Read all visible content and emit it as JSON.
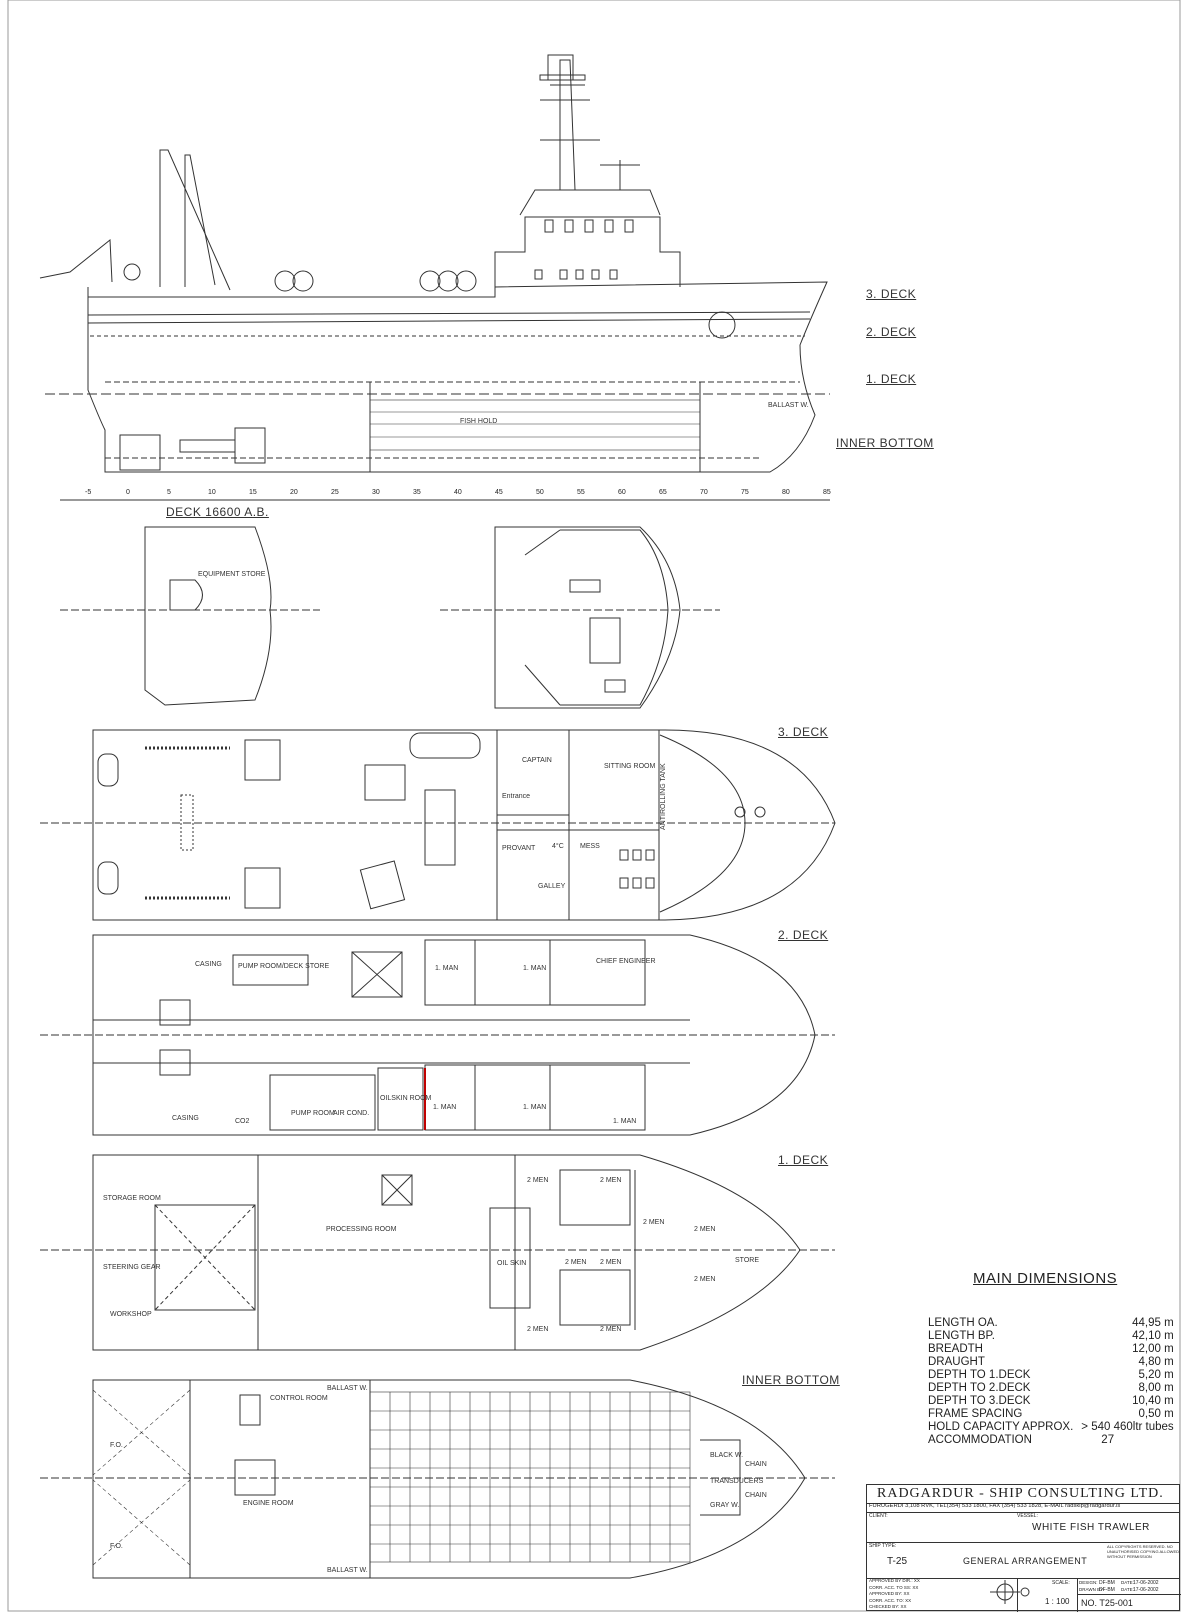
{
  "section_labels": {
    "deck3_profile": "3. DECK",
    "deck2_profile": "2. DECK",
    "deck1_profile": "1. DECK",
    "inner_bottom_profile": "INNER BOTTOM",
    "deck_ab": "DECK 16600 A.B.",
    "deck3_plan": "3. DECK",
    "deck2_plan": "2. DECK",
    "deck1_plan": "1. DECK",
    "inner_bottom_plan": "INNER BOTTOM"
  },
  "frame_ticks": [
    "-5",
    "0",
    "5",
    "10",
    "15",
    "20",
    "25",
    "30",
    "35",
    "40",
    "45",
    "50",
    "55",
    "60",
    "65",
    "70",
    "75",
    "80",
    "85"
  ],
  "room_labels": {
    "equipment_store": "EQUIPMENT STORE",
    "captain": "CAPTAIN",
    "sitting_room": "SITTING ROOM",
    "entrance": "Entrance",
    "provant": "PROVANT",
    "four_c": "4°C",
    "mess": "MESS",
    "galley": "GALLEY",
    "antirolling_tank": "ANTIROLLING TANK",
    "casing": "CASING",
    "pump_room_deck_store": "PUMP ROOM/DECK STORE",
    "one_man": "1. MAN",
    "chief_engineer": "CHIEF ENGINEER",
    "pump_room": "PUMP ROOM",
    "air_cond": "AIR COND.",
    "oilskin_room": "OILSKIN ROOM",
    "co2": "CO2",
    "storage_room": "STORAGE ROOM",
    "processing_room": "PROCESSING ROOM",
    "two_men": "2 MEN",
    "steering_gear": "STEERING GEAR",
    "oil_skin": "OIL SKIN",
    "store": "STORE",
    "workshop": "WORKSHOP",
    "control_room": "CONTROL ROOM",
    "engine_room": "ENGINE ROOM",
    "ballast": "BALLAST W.",
    "fo": "F.O.",
    "black_w": "BLACK W.",
    "chain": "CHAIN",
    "transducers": "TRANSDUCERS",
    "gray_w": "GRAY W.",
    "hold_profile": "FISH HOLD",
    "ballast_profile": "BALLAST W."
  },
  "main_dimensions": {
    "title": "MAIN DIMENSIONS",
    "rows": [
      {
        "label": "LENGTH OA.",
        "value": "44,95 m"
      },
      {
        "label": "LENGTH BP.",
        "value": "42,10 m"
      },
      {
        "label": "BREADTH",
        "value": "12,00 m"
      },
      {
        "label": "DRAUGHT",
        "value": "4,80 m"
      },
      {
        "label": "DEPTH TO 1.DECK",
        "value": "5,20 m"
      },
      {
        "label": "DEPTH TO 2.DECK",
        "value": "8,00 m"
      },
      {
        "label": "DEPTH TO 3.DECK",
        "value": "10,40 m"
      },
      {
        "label": "FRAME SPACING",
        "value": "0,50 m"
      },
      {
        "label": "HOLD CAPACITY APPROX.",
        "value": "> 540 460ltr tubes"
      },
      {
        "label": "ACCOMMODATION",
        "value": "27"
      }
    ]
  },
  "title_block": {
    "company": "RADGARDUR   - SHIP CONSULTING LTD.",
    "address": "FURUGERDI 3,108 RVK, TEL(354) 533 1800, FAX (354) 533 1828, E-MAIL radskip@radgardur.is",
    "client_label": "CLIENT:",
    "vessel_label": "VESSEL:",
    "vessel": "WHITE FISH TRAWLER",
    "ship_type_label": "SHIP TYPE:",
    "ship_type": "T-25",
    "drawing_title": "GENERAL ARRANGEMENT",
    "copyright": "ALL COPYRIGHTS RESERVED. NO UNAUTHORISED COPYING ALLOWED WITHOUT PERMISSION",
    "design_label": "DESIGN:",
    "design_by": "DF-BM",
    "drawn_label": "DRAWN BY:",
    "drawn_by": "DF-BM",
    "date_label": "DATE:",
    "date1": "17-06-2002",
    "date2": "17-06-2002",
    "approvals": [
      "APPROVED BY DIR.: XX",
      "CORR. ACC. TO SS: XX",
      "APPROVED BY: XX",
      "CORR. ACC. TO: XX",
      "CHECKED BY: XX"
    ],
    "scale_label": "SCALE:",
    "scale": "1 : 100",
    "drawing_no": "NO. T25-001"
  }
}
